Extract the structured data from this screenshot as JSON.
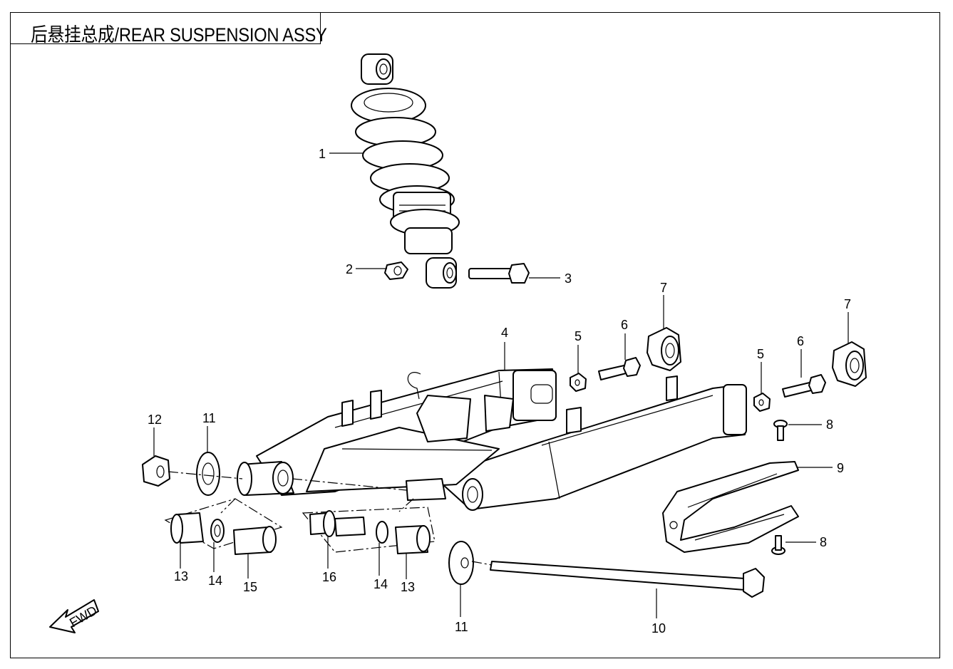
{
  "title": "后悬挂总成/REAR SUSPENSION  ASSY",
  "fwd_arrow": "FWD",
  "callouts": {
    "c1": "1",
    "c2": "2",
    "c3": "3",
    "c4": "4",
    "c5a": "5",
    "c5b": "5",
    "c6a": "6",
    "c6b": "6",
    "c7a": "7",
    "c7b": "7",
    "c8a": "8",
    "c8b": "8",
    "c9": "9",
    "c10": "10",
    "c11a": "11",
    "c11b": "11",
    "c12": "12",
    "c13a": "13",
    "c13b": "13",
    "c14a": "14",
    "c14b": "14",
    "c15": "15",
    "c16": "16"
  }
}
